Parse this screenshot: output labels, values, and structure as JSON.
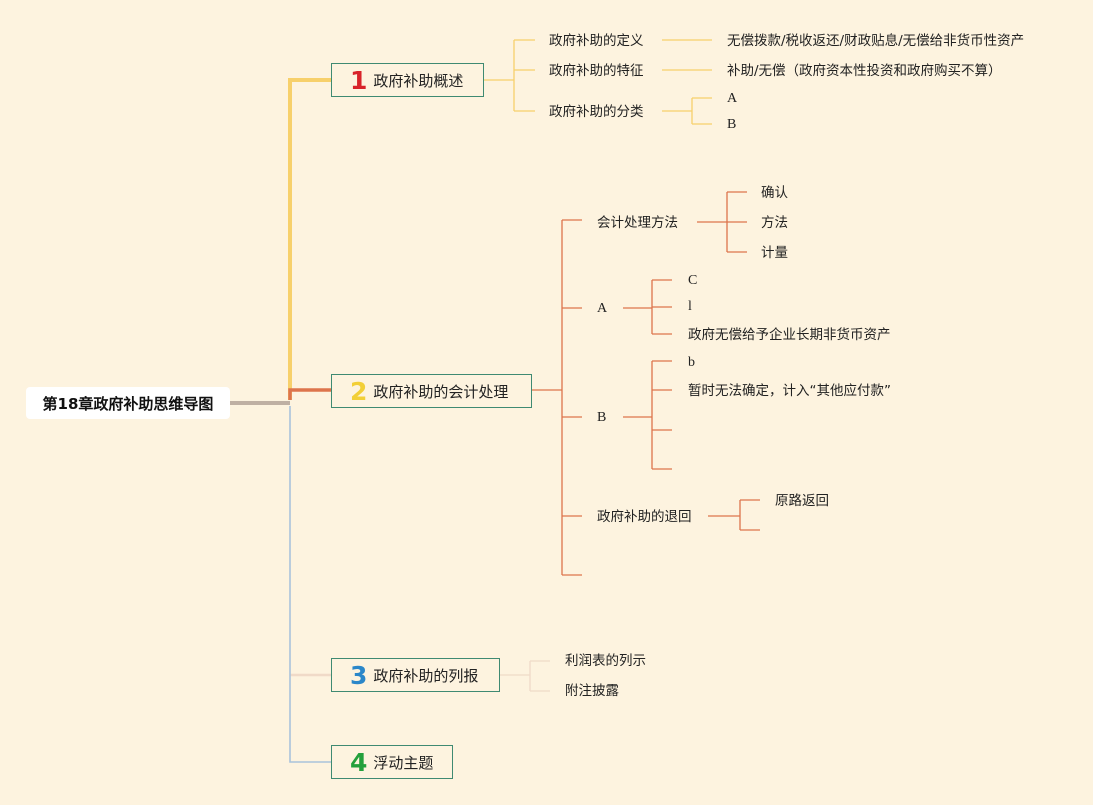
{
  "root": {
    "title": "第18章政府补助思维导图"
  },
  "colors": {
    "branch1": "#f7d06b",
    "branch2": "#dd744c",
    "branch3": "#f0dac8",
    "branch4": "#a9c3dc",
    "root_link": "#bfb0a3",
    "num1": "#d8232a",
    "num2": "#f2cf37",
    "num3": "#2b87c9",
    "num4": "#24a03c"
  },
  "topics": [
    {
      "number": "1",
      "label": "政府补助概述",
      "children": [
        {
          "label": "政府补助的定义",
          "children": [
            "无偿拨款/税收返还/财政贴息/无偿给非货币性资产"
          ]
        },
        {
          "label": "政府补助的特征",
          "children": [
            "补助/无偿（政府资本性投资和政府购买不算）"
          ]
        },
        {
          "label": "政府补助的分类",
          "children": [
            "A",
            "B"
          ]
        }
      ]
    },
    {
      "number": "2",
      "label": "政府补助的会计处理",
      "children": [
        {
          "label": "会计处理方法",
          "children": [
            "确认",
            "方法",
            "计量"
          ]
        },
        {
          "label": "A",
          "children": [
            "C",
            "l",
            "政府无偿给予企业长期非货币资产"
          ]
        },
        {
          "label": "B",
          "children": [
            "b",
            "暂时无法确定，计入“其他应付款”",
            "",
            ""
          ]
        },
        {
          "label": "政府补助的退回",
          "children": [
            "原路返回",
            ""
          ]
        },
        {
          "label": ""
        }
      ]
    },
    {
      "number": "3",
      "label": "政府补助的列报",
      "children": [
        {
          "label": "利润表的列示"
        },
        {
          "label": "附注披露"
        }
      ]
    },
    {
      "number": "4",
      "label": "浮动主题",
      "children": []
    }
  ]
}
